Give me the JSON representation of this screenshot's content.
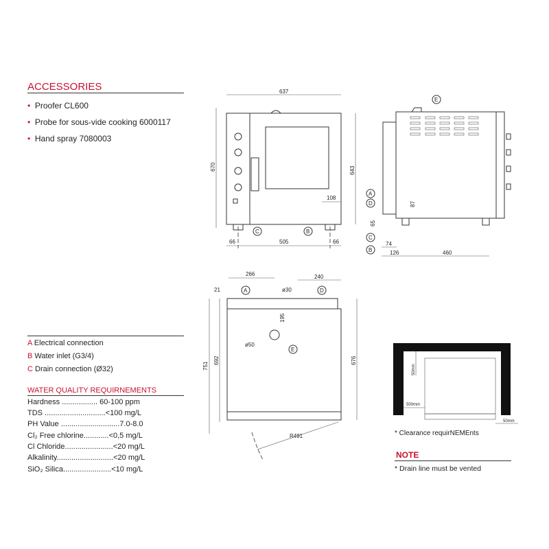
{
  "accessories": {
    "title": "ACCESSORIES",
    "items": [
      "Proofer CL600",
      "Probe for sous-vide cooking 6000117",
      "Hand spray 7080003"
    ]
  },
  "connections": [
    {
      "key": "A",
      "label": "Electrical connection"
    },
    {
      "key": "B",
      "label": "Water inlet (G3/4)"
    },
    {
      "key": "C",
      "label": "Drain connection (Ø32)"
    }
  ],
  "water_quality": {
    "title": "WATER QUALITY REQUIRNEMENTS",
    "rows": [
      "Hardness ................. 60-100 ppm",
      "TDS .............................<100 mg/L",
      "PH Value ............................7.0-8.0",
      "Cl₂ Free chlorine............<0,5 mg/L",
      "Cl Chloride.......................<20 mg/L",
      "Alkalinity...........................<20 mg/L",
      "SiO₂ Silica.......................<10 mg/L"
    ]
  },
  "front_view": {
    "width": "637",
    "height_total": "670",
    "height_body": "643",
    "foot_left": "66",
    "foot_span": "505",
    "foot_right": "66",
    "inlet_offset": "108",
    "callouts": [
      "C",
      "B"
    ]
  },
  "side_view": {
    "depth_back": "126",
    "depth_feet": "460",
    "offset_74": "74",
    "height_87": "87",
    "height_65": "65",
    "callouts": [
      "E",
      "A",
      "D",
      "C",
      "B"
    ]
  },
  "top_view": {
    "dim_266": "266",
    "dim_240": "240",
    "dim_21": "21",
    "dia_30": "ø30",
    "dim_195": "195",
    "dia_50": "ø50",
    "depth_751": "751",
    "depth_692": "692",
    "depth_676": "676",
    "radius": "R491",
    "callouts": [
      "A",
      "D",
      "E"
    ]
  },
  "clearance": {
    "top": "50mm",
    "left": "500mm",
    "right": "50mm",
    "caption": "* Clearance requirNEMEnts"
  },
  "note": {
    "title": "NOTE",
    "text": "* Drain line must be vented"
  },
  "colors": {
    "accent": "#c8102e"
  }
}
